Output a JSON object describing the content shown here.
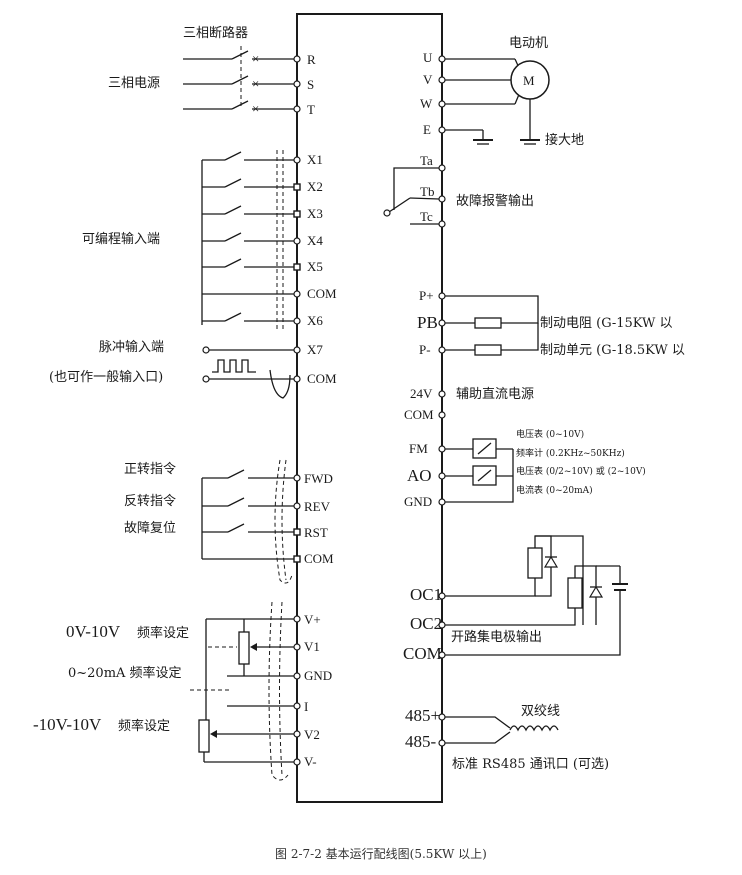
{
  "left_labels": {
    "breaker": "三相断路器",
    "power": "三相电源",
    "programmable": "可编程输入端",
    "pulse": "脉冲输入端",
    "general_input": "(也可作一般输入口)",
    "fwd_cmd": "正转指令",
    "rev_cmd": "反转指令",
    "reset_cmd": "故障复位",
    "volt_set_a": "0V-10V",
    "volt_set_b": "频率设定",
    "curr_set": "0~20mA 频率设定",
    "bip_set_a": "-10V-10V",
    "bip_set_b": "频率设定"
  },
  "left_pins": [
    "R",
    "S",
    "T",
    "X1",
    "X2",
    "X3",
    "X4",
    "X5",
    "COM",
    "X6",
    "X7",
    "COM",
    "FWD",
    "REV",
    "RST",
    "COM",
    "V+",
    "V1",
    "GND",
    "I",
    "V2",
    "V-"
  ],
  "right_pins": [
    "U",
    "V",
    "W",
    "E",
    "Ta",
    "Tb",
    "Tc",
    "P+",
    "PB",
    "P-",
    "24V",
    "COM",
    "FM",
    "AO",
    "GND",
    "OC1",
    "OC2",
    "COM",
    "485+",
    "485-"
  ],
  "right_labels": {
    "motor": "电动机",
    "motor_symbol": "M",
    "ground": "接大地",
    "fault": "故障报警输出",
    "brake_res": "制动电阻 (G-15KW 以",
    "brake_unit": "制动单元 (G-18.5KW 以",
    "aux_dc": "辅助直流电源",
    "voltmeter": "电压表 (0~10V)",
    "freqmeter": "频率计 (0.2KHz~50KHz)",
    "voltmeter2": "电压表 (0/2~10V) 或 (2~10V)",
    "ammeter": "电流表 (0~20mA)",
    "open_collector": "开路集电极输出",
    "twisted": "双绞线",
    "rs485": "标准 RS485 通讯口 (可选)"
  },
  "caption": "图 2-7-2 基本运行配线图(5.5KW 以上)"
}
